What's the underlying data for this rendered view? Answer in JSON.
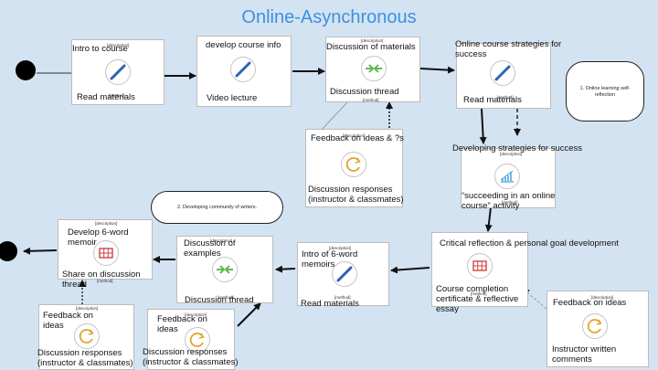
{
  "title": "Online-Asynchronous",
  "tag_desc": "[description]",
  "tag_method": "[method]",
  "nodes": {
    "intro_course": {
      "top": "Intro to  course",
      "bottom": "Read materials",
      "icon": "pencil-icon"
    },
    "develop_info": {
      "top": "develop course info",
      "bottom": "Video lecture",
      "icon": "pencil-icon"
    },
    "discussion_materials": {
      "top": "Discussion of materials",
      "bottom": "Discussion thread",
      "icon": "arrows-inward-icon"
    },
    "strategies_success": {
      "top": "Online course strategies for success",
      "bottom": "Read materials",
      "icon": "pencil-icon"
    },
    "feedback_ideas_q": {
      "top": "Feedback on ideas & ?s",
      "bottom": "Discussion responses (instructor & classmates)",
      "icon": "refresh-icon"
    },
    "developing_strategies": {
      "top": "Developing strategies for success",
      "bottom": "“succeeding in an online course” activity",
      "icon": "chart-icon"
    },
    "critical_reflection": {
      "top": "Critical reflection & personal goal development",
      "bottom": "Course completion certificate & reflective essay",
      "icon": "grid-icon"
    },
    "feedback_instructor": {
      "top": "Feedback on ideas",
      "bottom": "Instructor written comments",
      "icon": "refresh-icon"
    },
    "intro_memoirs": {
      "top": "Intro of 6-word memoirs",
      "bottom": "Read materials",
      "icon": "pencil-icon"
    },
    "discussion_examples": {
      "top": "Discussion of examples",
      "bottom": "Discussion thread",
      "icon": "arrows-inward-icon"
    },
    "develop_memoir": {
      "top": "Develop 6-word memoir",
      "bottom": "Share on discussion thread",
      "icon": "grid-icon"
    },
    "feedback_left": {
      "top": "Feedback on ideas",
      "bottom": "Discussion responses (instructor & classmates)",
      "icon": "refresh-icon"
    },
    "feedback_mid": {
      "top": "Feedback on ideas",
      "bottom": "Discussion responses (instructor & classmates)",
      "icon": "refresh-icon"
    }
  },
  "annotations": {
    "self_reflection": "1. Online learning self-reflection",
    "community": "2. Developing community of writers."
  },
  "colors": {
    "title": "#3d8fdf",
    "pencil": "#2f63b3",
    "arrows": "#58b149",
    "refresh": "#e1a52e",
    "grid": "#cf4343",
    "chart": "#3a9ad9"
  }
}
